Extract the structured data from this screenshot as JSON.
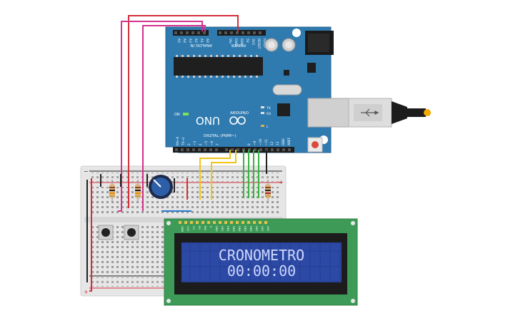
{
  "arduino": {
    "brand": "ARDUINO",
    "model": "UNO",
    "power_header_label": "POWER",
    "analog_header_label": "ANALOG IN",
    "digital_header_label": "DIGITAL (PWM~)",
    "power_pins": [
      "IOREF",
      "RESET",
      "3V3",
      "5V",
      "GND",
      "GND",
      "Vin"
    ],
    "analog_pins": [
      "A0",
      "A1",
      "A2",
      "A3",
      "A4",
      "A5"
    ],
    "digital_pins": [
      "AREF",
      "GND",
      "13",
      "12",
      "~11",
      "~10",
      "~9",
      "8",
      "7",
      "~6",
      "~5",
      "4",
      "~3",
      "2",
      "TX→1",
      "RX←0"
    ],
    "led_on_label": "ON",
    "led_l_label": "L",
    "led_tx_label": "TX",
    "led_rx_label": "RX"
  },
  "lcd": {
    "line1": "CRONOMETRO",
    "line2": "00:00:00",
    "pins": [
      "GND",
      "VCC",
      "V0",
      "RS",
      "RW",
      "E",
      "DB0",
      "DB1",
      "DB2",
      "DB3",
      "DB4",
      "DB5",
      "DB6",
      "DB7",
      "LED",
      "LED"
    ]
  },
  "colors": {
    "board_blue": "#2f7bb0",
    "lcd_green": "#3d9b57",
    "lcd_screen": "#28439a",
    "wire_red": "#d32f3a",
    "wire_magenta": "#d3328d",
    "wire_yellow": "#f0c419",
    "wire_green": "#3cb043",
    "wire_black": "#222222",
    "wire_blue": "#2377c9"
  }
}
